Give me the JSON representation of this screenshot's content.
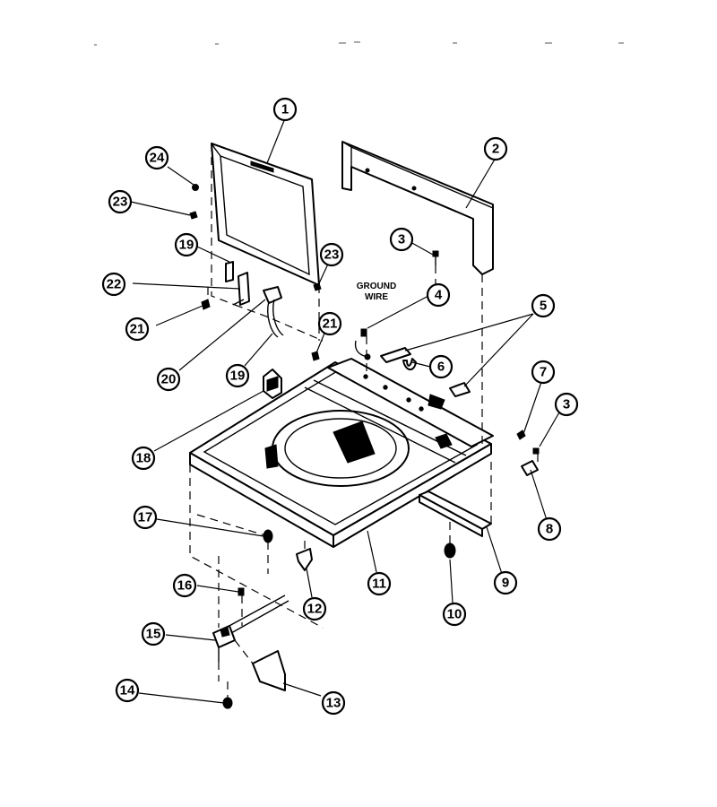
{
  "callouts": [
    "1",
    "2",
    "3",
    "4",
    "5",
    "6",
    "7",
    "8",
    "9",
    "10",
    "11",
    "12",
    "13",
    "14",
    "15",
    "16",
    "17",
    "18",
    "19",
    "20",
    "21",
    "22",
    "23",
    "24"
  ],
  "note": {
    "line1": "GROUND",
    "line2": "WIRE"
  }
}
